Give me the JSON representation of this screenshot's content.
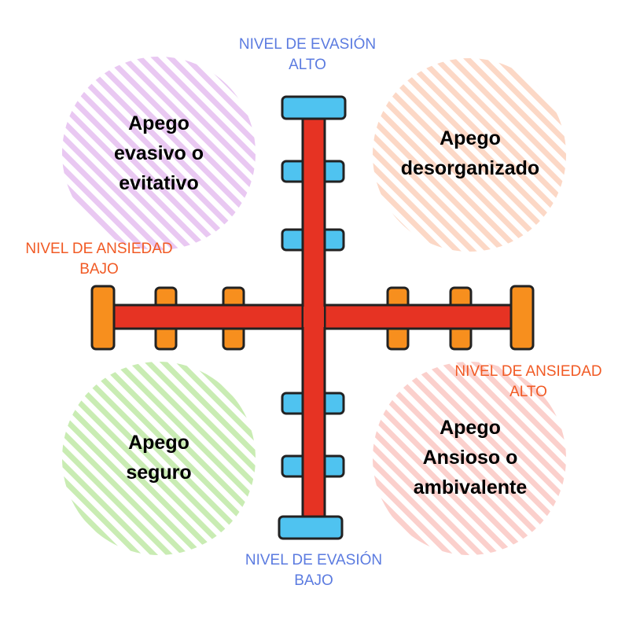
{
  "labels": {
    "top": "NIVEL DE EVASIÓN\nALTO",
    "bottom": "NIVEL DE EVASIÓN\nBAJO",
    "left": "NIVEL DE ANSIEDAD\nBAJO",
    "right": "NIVEL DE ANSIEDAD\nALTO"
  },
  "quadrants": {
    "top_left": "Apego\nevasivo o\nevitativo",
    "top_right": "Apego\ndesorganizado",
    "bottom_left": "Apego\nseguro",
    "bottom_right": "Apego\nAnsioso o\nambivalente"
  },
  "colors": {
    "evasion_text": "#5b7be0",
    "ansiedad_text": "#f15a24",
    "top_left_circle": "#e9c8f2",
    "top_right_circle": "#fcd8c6",
    "bottom_left_circle": "#c9ecb3",
    "bottom_right_circle": "#fbd0cc",
    "axis_bar": "#e63323",
    "vertical_tabs": "#4fc3f0",
    "horizontal_tabs": "#f78f1e",
    "outline": "#222222"
  }
}
